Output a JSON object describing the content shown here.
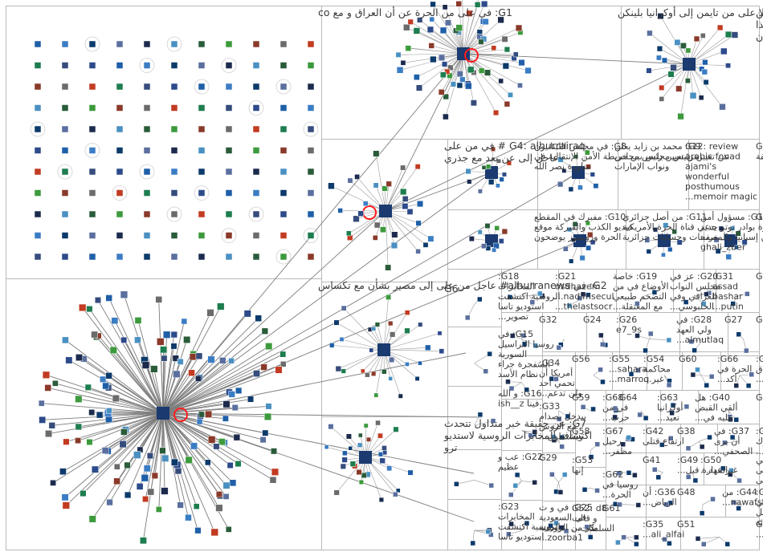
{
  "groups": [
    {
      "id": "g1",
      "lines": [
        "G1: في على من الحرة عن أن العراق و مع co"
      ]
    },
    {
      "id": "g2",
      "lines": [
        "G2: في alhurranews# عاجل من على إلى مصير بشأن مع تكساس"
      ]
    },
    {
      "id": "g3",
      "lines": [
        "G3: alhurra عاجل في# لا على من تايمن إلى أوكرانيا بلينكن"
      ]
    },
    {
      "id": "g4",
      "lines": [
        "G4: alhurrairaq # في من على",
        "عاجل إلى عن بعد مع جذري"
      ]
    },
    {
      "id": "g5",
      "lines": [
        "G5: alhurranews في  من",
        "#من_زاوية_أخرى #مقال على عن هذا",
        "alhurraoped أن"
      ]
    },
    {
      "id": "g6",
      "lines": [
        "G6"
      ]
    },
    {
      "id": "g7",
      "lines": [
        "G7: عن حقيقة خبر متداول تتحدث",
        "اكتشاف المخابرات الروسية لاستديو",
        "ترو"
      ]
    },
    {
      "id": "g8",
      "lines": [
        "G8: في مجلس اللبنانيون",
        "عن تعيين رئيس مجلس بين خريطة الأمن الإنتقالية في",
        "مناورة نصر الله"
      ]
    },
    {
      "id": "g9",
      "lines": [
        "G9: محمد بن زايد يعلن",
        "عن تعيين رئيس مجلس",
        "ونواب الإمارات"
      ]
    },
    {
      "id": "g10",
      "lines": [
        "G10: مفبرك في المقطع",
        "فيديو الكذب والفبركة موقع",
        "الحرة وروبيترز يوضحون"
      ]
    },
    {
      "id": "g11",
      "lines": [
        "G11: من أصل جزائري",
        "يدعي قناة الحرة الأمريكية",
        "صفحات وحسابات جزائرية"
      ]
    },
    {
      "id": "g12",
      "lines": [
        "G12: review",
        "arabic fouad",
        "ajami's",
        "wonderful",
        "posthumous",
        "memoir magic..."
      ]
    },
    {
      "id": "g13",
      "lines": [
        "G13: aydanews",
        "الخبر حقيقة"
      ]
    },
    {
      "id": "g14",
      "lines": [
        "G14: مسؤول أمن",
        "السفارة بوادر توتر جديد",
        "بين إسبانيا والمغرب",
        "ghali_zber"
      ]
    },
    {
      "id": "g17",
      "lines": [
        "G17"
      ]
    },
    {
      "id": "g18",
      "lines": [
        "G18:",
        "المخابرات",
        "الروسية اكتشفت",
        "استوديو تاسا",
        "تصوير..."
      ]
    },
    {
      "id": "g21",
      "lines": [
        "G21:",
        "osdhazem",
        "nadimsecul...",
        "thelastsocr..."
      ]
    },
    {
      "id": "g19",
      "lines": [
        "G19: خاصة",
        "الأوضاع في من",
        "التضخم طبيعي",
        "مع المعتقلة..."
      ]
    },
    {
      "id": "g20",
      "lines": [
        "G20: عز في",
        "مجلس النواب",
        "العراقي وفي",
        "الحلبوسي..."
      ]
    },
    {
      "id": "g31",
      "lines": [
        "G31:",
        "assad",
        "bashar",
        "putin..."
      ]
    },
    {
      "id": "g30",
      "lines": [
        "G30"
      ]
    },
    {
      "id": "g15",
      "lines": [
        "G15: في",
        "روسيا التراسيل",
        "السورية",
        "المتفجرة جراء",
        "نظام الأسد"
      ]
    },
    {
      "id": "g32",
      "lines": [
        "G32"
      ]
    },
    {
      "id": "g24",
      "lines": [
        "G24"
      ]
    },
    {
      "id": "g26",
      "lines": [
        "G26:",
        "e7_9s"
      ]
    },
    {
      "id": "g28",
      "lines": [
        "G28: في",
        "ولي العهد",
        "almutlaq..."
      ]
    },
    {
      "id": "g27",
      "lines": [
        "G27"
      ]
    },
    {
      "id": "g57",
      "lines": [
        "G57"
      ]
    },
    {
      "id": "g34",
      "lines": [
        "G34:",
        "أمريكا أن",
        "تحمي أحد",
        "ولن تدعم..."
      ]
    },
    {
      "id": "g56",
      "lines": [
        "G56"
      ]
    },
    {
      "id": "g55",
      "lines": [
        "G55:",
        "sahara...",
        "marroq..."
      ]
    },
    {
      "id": "g54",
      "lines": [
        "G54:",
        "محاكمة",
        "غير..."
      ]
    },
    {
      "id": "g60",
      "lines": [
        "G60"
      ]
    },
    {
      "id": "g66",
      "lines": [
        "G66:",
        "الحرة في",
        "أكد..."
      ]
    },
    {
      "id": "g65",
      "lines": [
        "G65:",
        "العراق",
        "يحتفي..."
      ]
    },
    {
      "id": "g16",
      "lines": [
        "G16: و الله",
        "فينا ish__z"
      ]
    },
    {
      "id": "g33",
      "lines": [
        "G33:",
        "بيدخل بصدام",
        "مع الروس",
        "ويشتقلون..."
      ]
    },
    {
      "id": "g59",
      "lines": [
        "G59"
      ]
    },
    {
      "id": "g68",
      "lines": [
        "G68:",
        "في من",
        "حرب..."
      ]
    },
    {
      "id": "g64",
      "lines": [
        "G64"
      ]
    },
    {
      "id": "g63",
      "lines": [
        "G63:",
        "أوكرانيا",
        "تعيد..."
      ]
    },
    {
      "id": "g40",
      "lines": [
        "G40: هل",
        "ألقي القبض",
        "عليه في..."
      ]
    },
    {
      "id": "g39",
      "lines": [
        "G39"
      ]
    },
    {
      "id": "g58",
      "lines": [
        "G58"
      ]
    },
    {
      "id": "g67",
      "lines": [
        "G67:",
        "رحيل",
        "مظفر..."
      ]
    },
    {
      "id": "g42",
      "lines": [
        "G42:",
        "ارتفاع قتلى"
      ]
    },
    {
      "id": "g38",
      "lines": [
        "G38"
      ]
    },
    {
      "id": "g37",
      "lines": [
        "G37: في",
        "أن برى",
        "الصحفي..."
      ]
    },
    {
      "id": "g43",
      "lines": [
        "G43:",
        "تحرك",
        "الأمير..."
      ]
    },
    {
      "id": "g22",
      "lines": [
        "G22: عب و",
        "عظيم"
      ]
    },
    {
      "id": "g29",
      "lines": [
        "G29"
      ]
    },
    {
      "id": "g41",
      "lines": [
        "G41"
      ]
    },
    {
      "id": "g49",
      "lines": [
        "G49:",
        "المهارة قبل..."
      ]
    },
    {
      "id": "g50",
      "lines": [
        "G50:",
        "غير عدد..."
      ]
    },
    {
      "id": "g45",
      "lines": [
        "G45: في",
        "تركيا إلى",
        "من على"
      ]
    },
    {
      "id": "g53",
      "lines": [
        "G53:",
        "إنها"
      ]
    },
    {
      "id": "g62",
      "lines": [
        "G62:",
        "روسيا في",
        "الحرة..."
      ]
    },
    {
      "id": "g36",
      "lines": [
        "G36: أن",
        "الرياض..."
      ]
    },
    {
      "id": "g48",
      "lines": [
        "G48"
      ]
    },
    {
      "id": "g44",
      "lines": [
        "G44: من",
        "nawafstv..."
      ]
    },
    {
      "id": "g46",
      "lines": [
        "G46:",
        "في",
        "انتقل",
        "برائه"
      ]
    },
    {
      "id": "g23",
      "lines": [
        "G23:",
        "المخابرات",
        "الروسية اكتشفت",
        "استوديو تاسا"
      ]
    },
    {
      "id": "g25",
      "lines": [
        "G25: في و ت",
        "في السعودية",
        "بكر من الروسية",
        "zoorba1..."
      ]
    },
    {
      "id": "g52",
      "lines": [
        "G52: d8",
        "و قالت",
        "السلطات..."
      ]
    },
    {
      "id": "g61",
      "lines": [
        "G61"
      ]
    },
    {
      "id": "g35",
      "lines": [
        "G35:",
        "ali_alfai..."
      ]
    },
    {
      "id": "g51",
      "lines": [
        "G51"
      ]
    },
    {
      "id": "g47",
      "lines": [
        "G47: c'est",
        "très..."
      ]
    }
  ]
}
